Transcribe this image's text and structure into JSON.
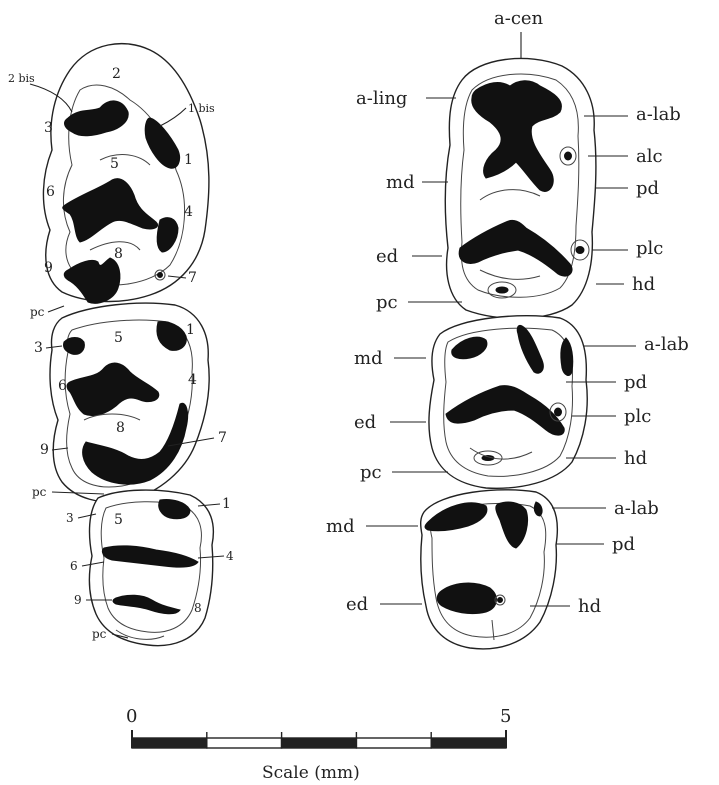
{
  "upper_toothrow": {
    "m1_labels": [
      "2",
      "2 bis",
      "1 bis",
      "3",
      "1",
      "5",
      "6",
      "4",
      "8",
      "9",
      "7",
      "pc"
    ],
    "m2_labels": [
      "3",
      "5",
      "1",
      "6",
      "4",
      "8",
      "9",
      "7",
      "pc"
    ],
    "m3_labels": [
      "3",
      "5",
      "1",
      "6",
      "4",
      "9",
      "8",
      "pc"
    ]
  },
  "lower_toothrow": {
    "m1_labels": [
      "a-cen",
      "a-ling",
      "a-lab",
      "alc",
      "md",
      "pd",
      "ed",
      "plc",
      "hd",
      "pc"
    ],
    "m2_labels": [
      "md",
      "a-lab",
      "pd",
      "ed",
      "plc",
      "hd",
      "pc"
    ],
    "m3_labels": [
      "a-lab",
      "md",
      "pd",
      "ed",
      "hd"
    ]
  },
  "scale_bar": {
    "min_label": "0",
    "max_label": "5",
    "caption": "Scale (mm)",
    "units_min": 0,
    "units_max": 5,
    "segments": 5
  }
}
